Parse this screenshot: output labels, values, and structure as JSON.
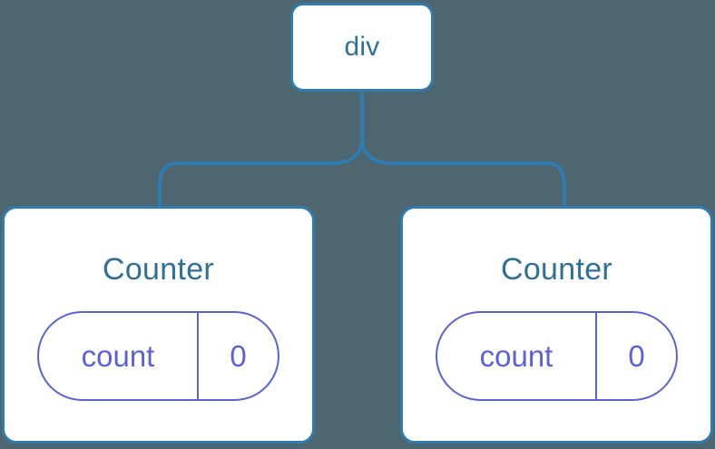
{
  "canvas": {
    "background_color": "#4d6670",
    "node_border_color": "#2f7cb0",
    "node_fill_color": "#ffffff",
    "node_title_color": "#2e7099",
    "state_color": "#5b62d6",
    "connector_color": "#2f7cb0"
  },
  "tree": {
    "root": {
      "label": "div"
    },
    "children": [
      {
        "label": "Counter",
        "state": {
          "key": "count",
          "value": "0"
        }
      },
      {
        "label": "Counter",
        "state": {
          "key": "count",
          "value": "0"
        }
      }
    ]
  }
}
